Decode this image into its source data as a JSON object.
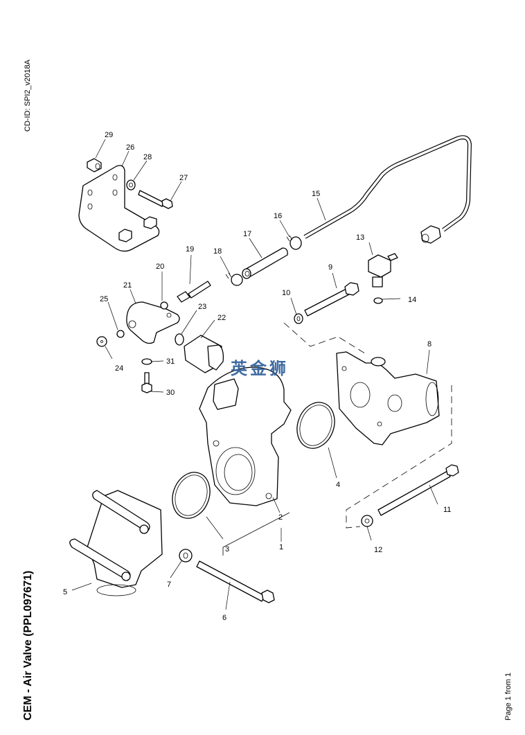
{
  "document": {
    "cd_id": "CD-ID: SPI2_v2018A",
    "title": "CEM - Air Valve (PPL097671)",
    "page_info": "Page 1 from 1",
    "watermark": "英金狮"
  },
  "callouts": [
    {
      "id": "1",
      "label": "1"
    },
    {
      "id": "2",
      "label": "2"
    },
    {
      "id": "3",
      "label": "3"
    },
    {
      "id": "4",
      "label": "4"
    },
    {
      "id": "5",
      "label": "5"
    },
    {
      "id": "6",
      "label": "6"
    },
    {
      "id": "7",
      "label": "7"
    },
    {
      "id": "8",
      "label": "8"
    },
    {
      "id": "9",
      "label": "9"
    },
    {
      "id": "10",
      "label": "10"
    },
    {
      "id": "11",
      "label": "11"
    },
    {
      "id": "12",
      "label": "12"
    },
    {
      "id": "13",
      "label": "13"
    },
    {
      "id": "14",
      "label": "14"
    },
    {
      "id": "15",
      "label": "15"
    },
    {
      "id": "16",
      "label": "16"
    },
    {
      "id": "17",
      "label": "17"
    },
    {
      "id": "18",
      "label": "18"
    },
    {
      "id": "19",
      "label": "19"
    },
    {
      "id": "20",
      "label": "20"
    },
    {
      "id": "21",
      "label": "21"
    },
    {
      "id": "22",
      "label": "22"
    },
    {
      "id": "23",
      "label": "23"
    },
    {
      "id": "24",
      "label": "24"
    },
    {
      "id": "25",
      "label": "25"
    },
    {
      "id": "26",
      "label": "26"
    },
    {
      "id": "27",
      "label": "27"
    },
    {
      "id": "28",
      "label": "28"
    },
    {
      "id": "29",
      "label": "29"
    },
    {
      "id": "30",
      "label": "30"
    },
    {
      "id": "31",
      "label": "31"
    }
  ]
}
